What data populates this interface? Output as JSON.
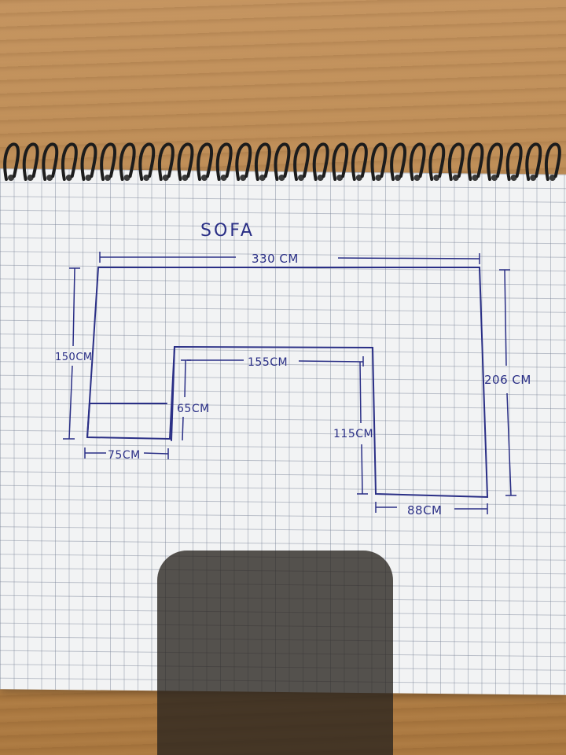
{
  "title": "SOFA",
  "dimensions": {
    "total_width": "330 CM",
    "total_depth": "206 CM",
    "left_depth": "150CM",
    "arm_width": "75CM",
    "inner_depth": "65CM",
    "inner_width": "155CM",
    "chaise_inner_depth": "115CM",
    "chaise_width": "88CM"
  },
  "colors": {
    "ink": "#2a2f86",
    "paper": "#f2f3f4",
    "wood": "#b98a52"
  }
}
